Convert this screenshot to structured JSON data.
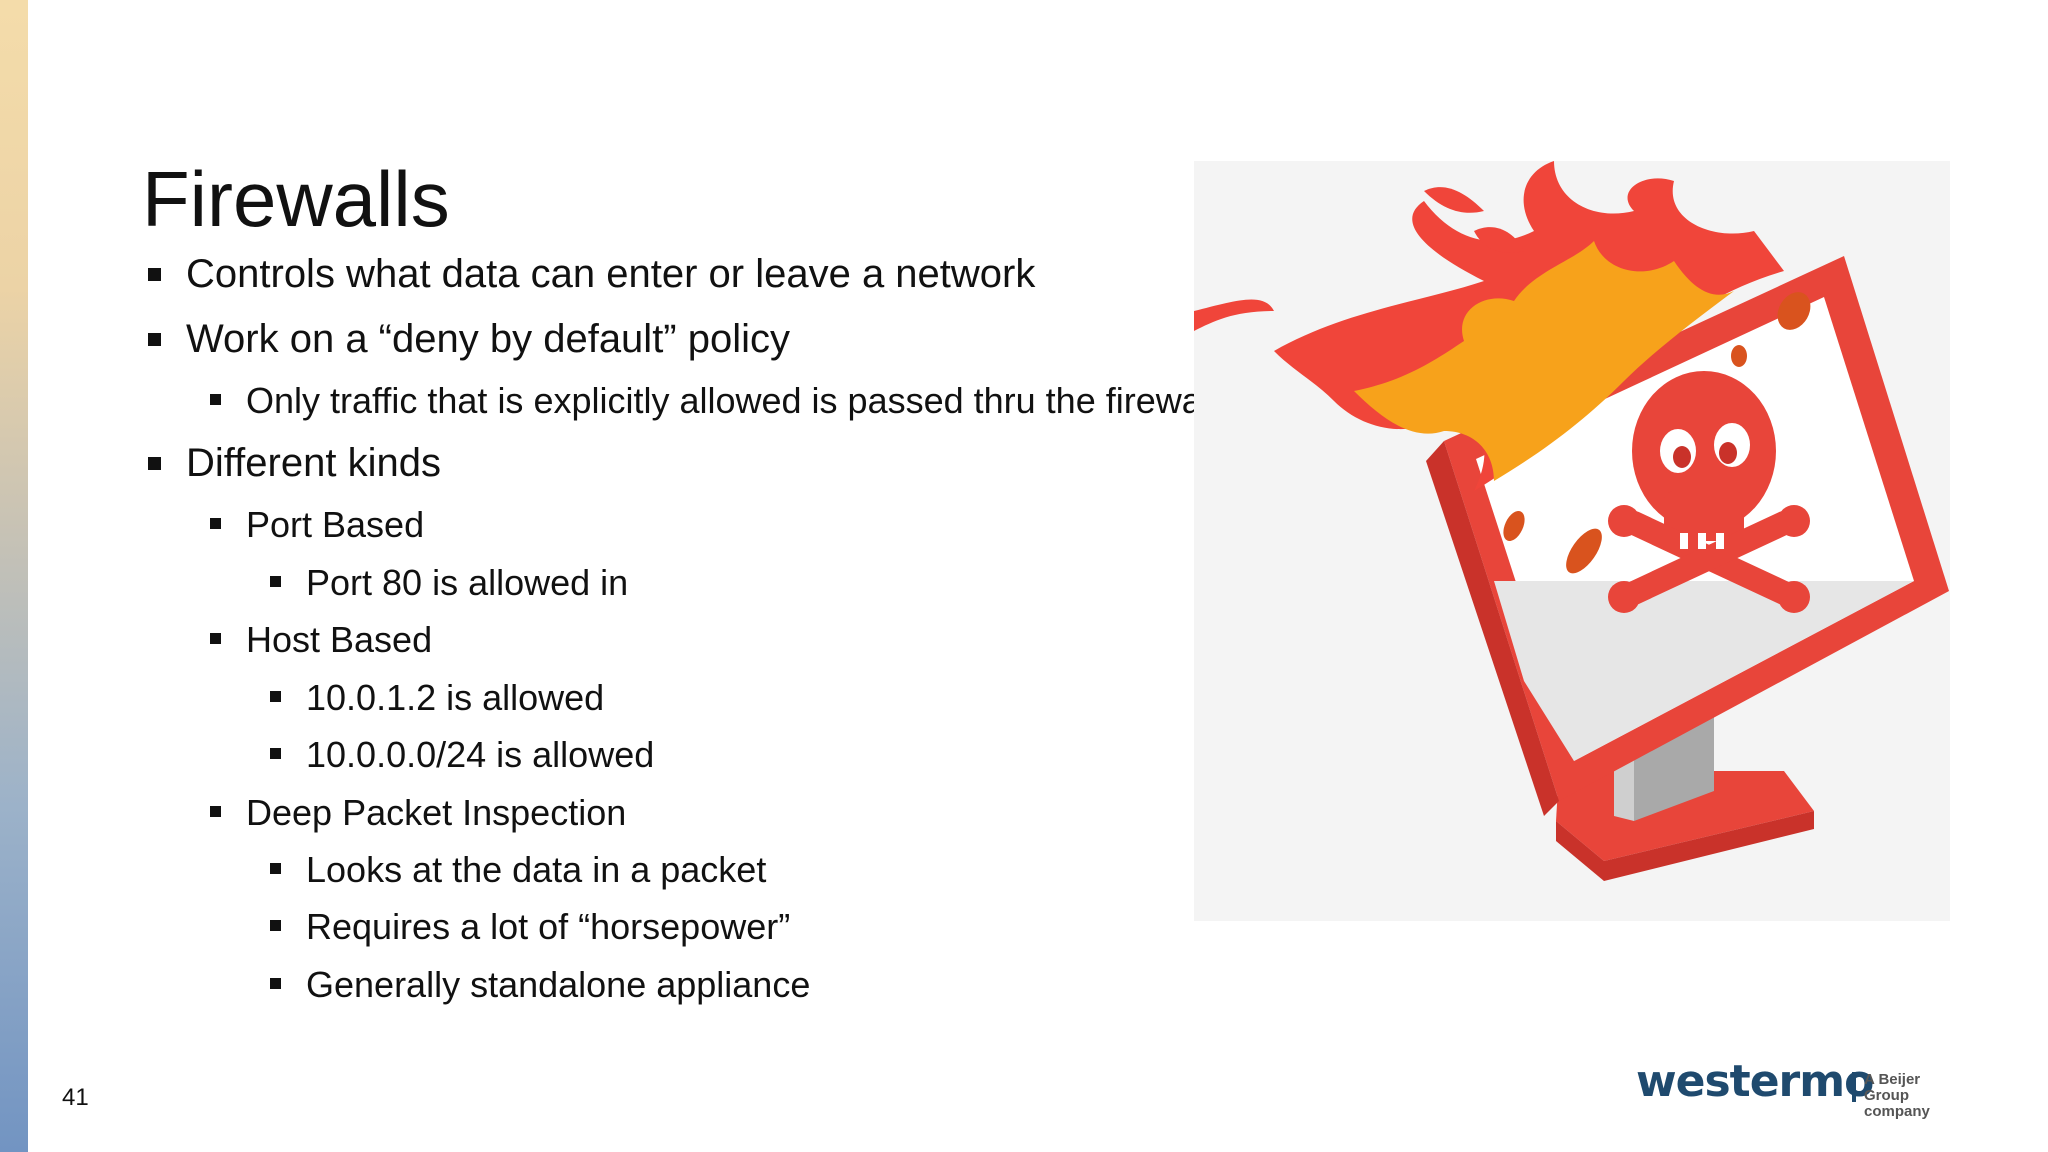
{
  "slide": {
    "title": "Firewalls",
    "page_number": "41"
  },
  "bullets": [
    {
      "level": 1,
      "text": "Controls what data can enter or leave a network"
    },
    {
      "level": 1,
      "text": "Work on a “deny by default” policy"
    },
    {
      "level": 2,
      "text": "Only traffic that is explicitly allowed is passed thru the firewall"
    },
    {
      "level": 1,
      "text": "Different kinds"
    },
    {
      "level": 2,
      "text": "Port Based"
    },
    {
      "level": 3,
      "text": "Port 80 is allowed in"
    },
    {
      "level": 2,
      "text": "Host Based"
    },
    {
      "level": 3,
      "text": "10.0.1.2 is allowed"
    },
    {
      "level": 3,
      "text": "10.0.0.0/24 is allowed"
    },
    {
      "level": 2,
      "text": "Deep Packet Inspection"
    },
    {
      "level": 3,
      "text": "Looks at the data in a packet"
    },
    {
      "level": 3,
      "text": "Requires a lot of “horsepower”"
    },
    {
      "level": 3,
      "text": "Generally standalone appliance"
    }
  ],
  "illustration": {
    "icon": "burning-monitor-skull-icon"
  },
  "logo": {
    "wordmark": "westermo",
    "tagline_line1": "A Beijer Group",
    "tagline_line2": "company"
  },
  "colors": {
    "flame_red": "#f0453a",
    "flame_orange": "#f7a21b",
    "logo_blue": "#1f4a6e"
  }
}
